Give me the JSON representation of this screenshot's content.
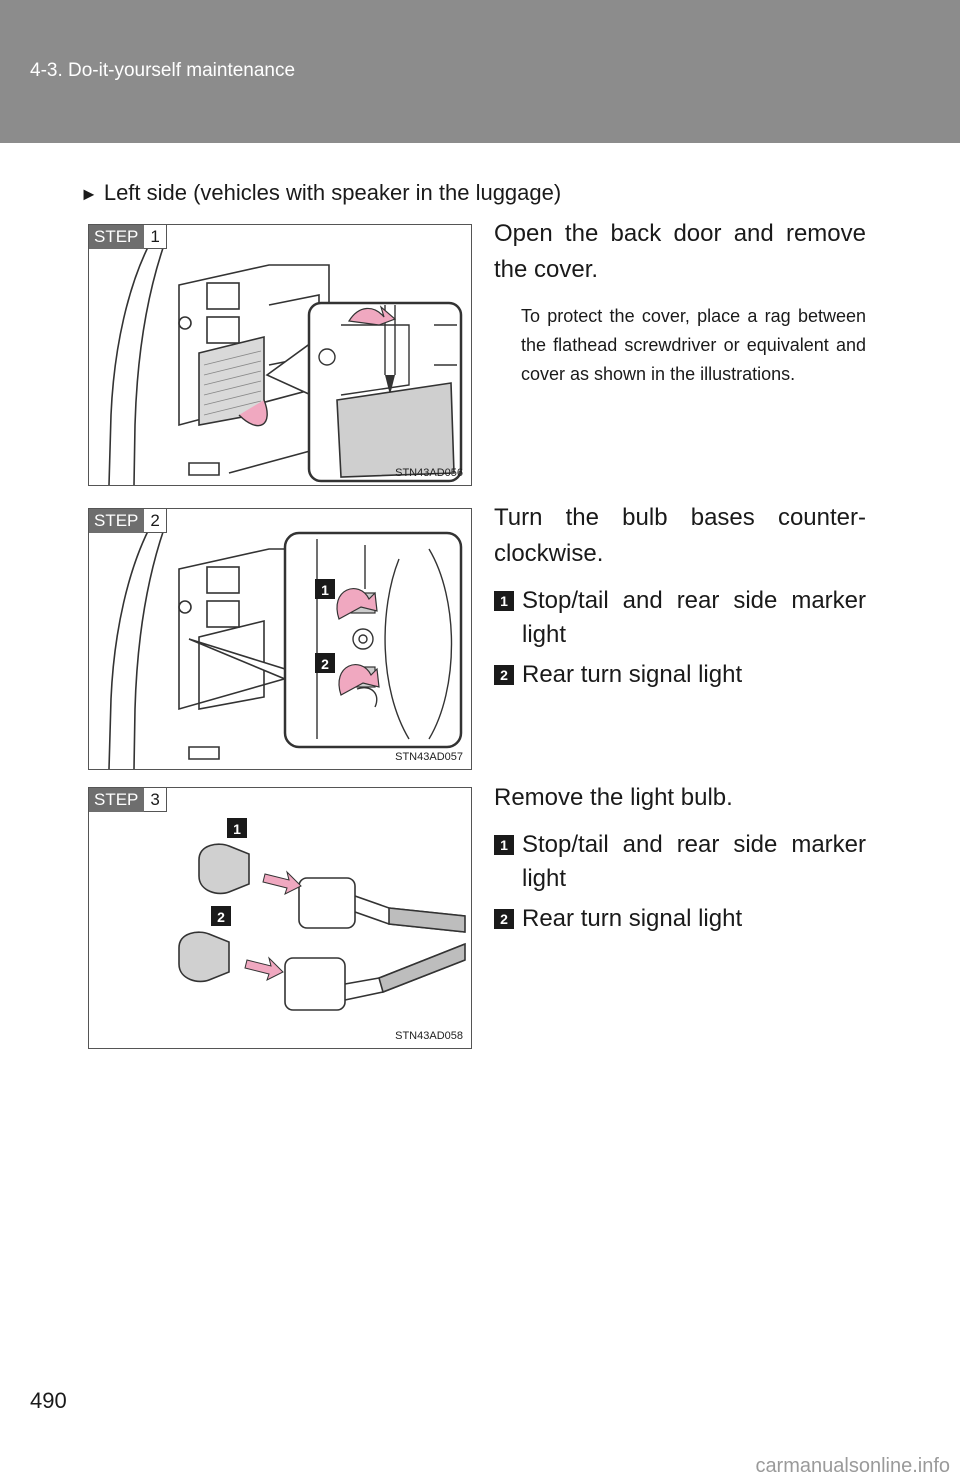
{
  "header": {
    "section": "4-3. Do-it-yourself maintenance"
  },
  "section_title": "Left side (vehicles with speaker in the luggage)",
  "steps": [
    {
      "step_label": "STEP",
      "step_number": "1",
      "figure_code": "STN43AD056",
      "main_text": "Open the back door and remove the cover.",
      "sub_text": "To protect the cover, place a rag between the flathead screwdriver or equivalent and cover as shown in the illustrations."
    },
    {
      "step_label": "STEP",
      "step_number": "2",
      "figure_code": "STN43AD057",
      "main_text": "Turn the bulb bases counter-clockwise.",
      "items": [
        {
          "marker": "1",
          "text": "Stop/tail and rear side marker light"
        },
        {
          "marker": "2",
          "text": "Rear turn signal light"
        }
      ]
    },
    {
      "step_label": "STEP",
      "step_number": "3",
      "figure_code": "STN43AD058",
      "main_text": "Remove the light bulb.",
      "items": [
        {
          "marker": "1",
          "text": "Stop/tail and rear side marker light"
        },
        {
          "marker": "2",
          "text": "Rear turn signal light"
        }
      ]
    }
  ],
  "page_number": "490",
  "watermark": "carmanualsonline.info",
  "colors": {
    "header_bg": "#8c8c8c",
    "arrow_pink": "#f0a8c0",
    "marker_bg": "#1a1a1a"
  }
}
